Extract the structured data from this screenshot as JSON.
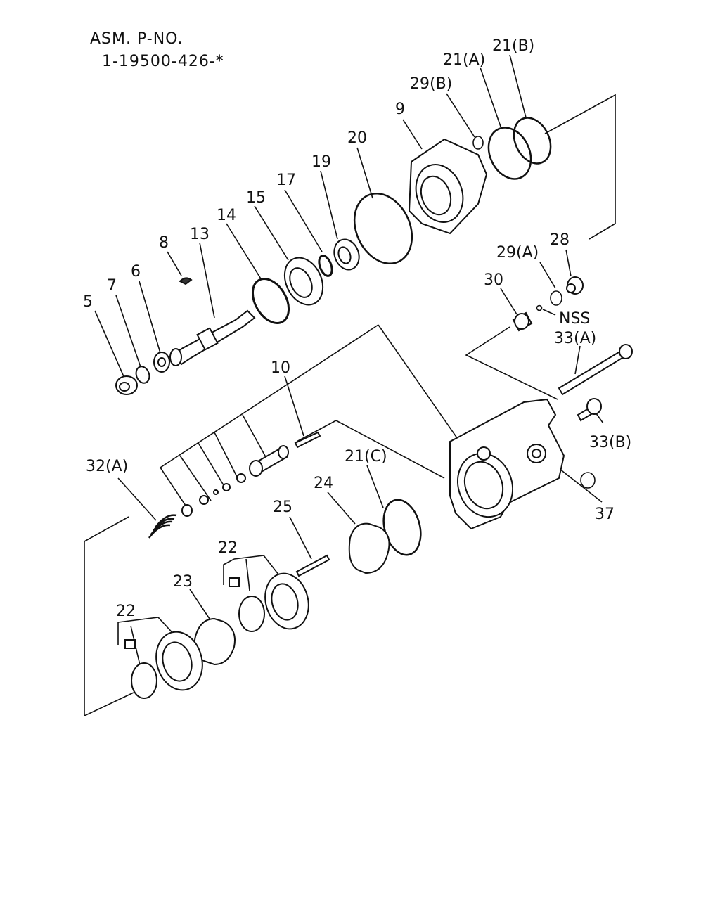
{
  "header": {
    "line1": "ASM. P-NO.",
    "line2": "1-19500-426-*"
  },
  "labels": {
    "p5": "5",
    "p7": "7",
    "p6": "6",
    "p8": "8",
    "p13": "13",
    "p14": "14",
    "p15": "15",
    "p17": "17",
    "p19": "19",
    "p20": "20",
    "p9": "9",
    "p29b": "29(B)",
    "p21a": "21(A)",
    "p21b": "21(B)",
    "p29a": "29(A)",
    "p28": "28",
    "p30": "30",
    "nss": "NSS",
    "p33a": "33(A)",
    "p33b": "33(B)",
    "p37": "37",
    "p10": "10",
    "p32a": "32(A)",
    "p21c": "21(C)",
    "p24": "24",
    "p25": "25",
    "p22_upper": "22",
    "p23": "23",
    "p22_lower": "22"
  }
}
